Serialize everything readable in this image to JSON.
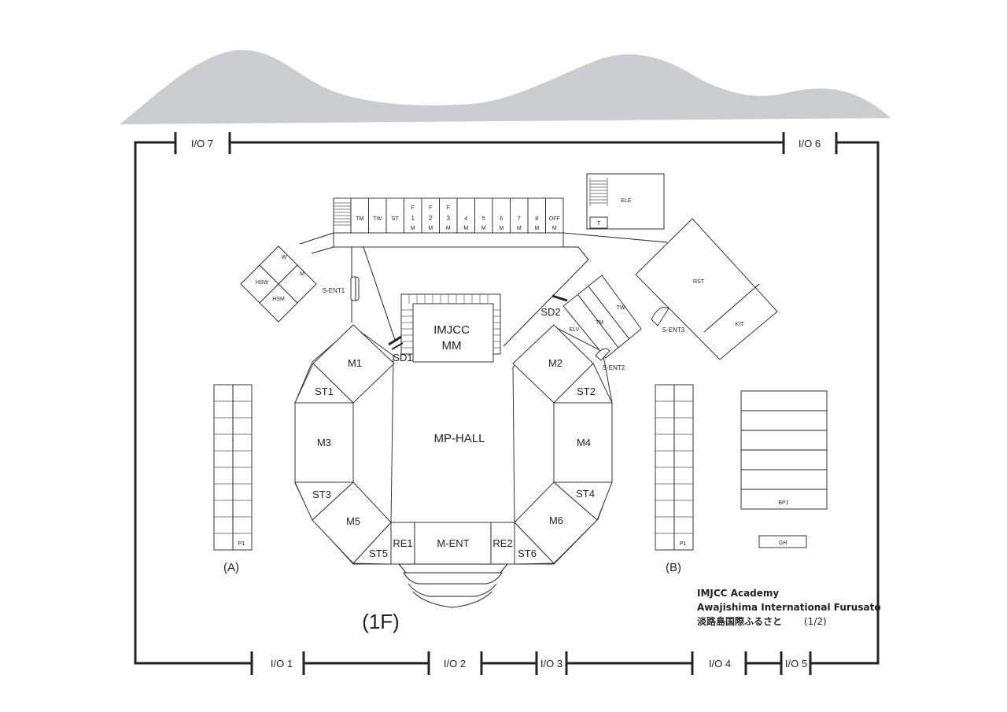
{
  "io": {
    "io7": "I/O 7",
    "io6": "I/O 6",
    "io1": "I/O 1",
    "io2": "I/O 2",
    "io3": "I/O 3",
    "io4": "I/O 4",
    "io5": "I/O 5"
  },
  "rooms": {
    "hall": "MP-HALL",
    "m1": "M1",
    "m2": "M2",
    "m3": "M3",
    "m4": "M4",
    "m5": "M5",
    "m6": "M6",
    "st1": "ST1",
    "st2": "ST2",
    "st3": "ST3",
    "st4": "ST4",
    "st5": "ST5",
    "st6": "ST6",
    "re1": "RE1",
    "re2": "RE2",
    "ment": "M-ENT",
    "imjcc1": "IMJCC",
    "imjcc2": "MM",
    "sd1": "SD1",
    "sd2": "SD2",
    "sent1": "S-ENT1",
    "sent2": "S-ENT2",
    "sent3": "S-ENT3",
    "w": "W",
    "m": "M",
    "hsw": "HSW",
    "hsm": "HSM",
    "ele": "ELE",
    "t": "T",
    "elv": "ELV",
    "tm": "TM",
    "tw": "TW",
    "rst": "RST",
    "kit": "KIT",
    "bp1": "BP1",
    "gh": "GH",
    "p1a": "P1",
    "p1b": "P1",
    "zoneA": "(A)",
    "zoneB": "(B)",
    "floor": "(1F)"
  },
  "office_row": [
    {
      "top": "",
      "mid": "TM",
      "bot": ""
    },
    {
      "top": "",
      "mid": "TW",
      "bot": ""
    },
    {
      "top": "",
      "mid": "ST",
      "bot": ""
    },
    {
      "top": "F",
      "mid": "1",
      "bot": "M"
    },
    {
      "top": "F",
      "mid": "2",
      "bot": "M"
    },
    {
      "top": "F",
      "mid": "3",
      "bot": "M"
    },
    {
      "top": "",
      "mid": "4",
      "bot": "M"
    },
    {
      "top": "",
      "mid": "5",
      "bot": "M"
    },
    {
      "top": "",
      "mid": "6",
      "bot": "M"
    },
    {
      "top": "",
      "mid": "7",
      "bot": "M"
    },
    {
      "top": "",
      "mid": "8",
      "bot": "M"
    },
    {
      "top": "",
      "mid": "OFF",
      "bot": "M"
    }
  ],
  "caption": {
    "line1": "IMJCC Academy",
    "line2": "Awajishima International Furusato",
    "line3": "淡路島国際ふるさと",
    "page": "(1/2)"
  },
  "colors": {
    "mountain": "#c9ccd0",
    "line": "#222222"
  }
}
